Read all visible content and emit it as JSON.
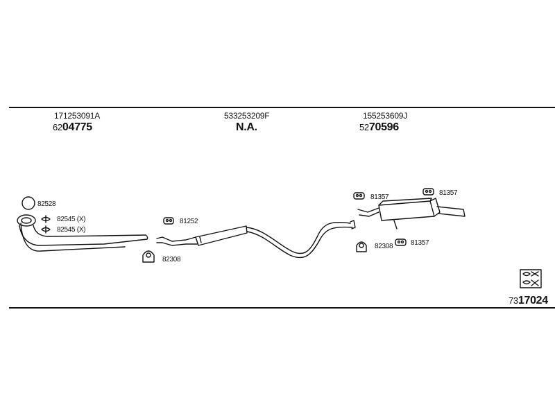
{
  "header": {
    "oe_numbers": [
      "171253091A",
      "533253209F",
      "155253609J"
    ],
    "part_numbers": [
      {
        "prefix": "62",
        "main": "04775"
      },
      {
        "prefix": "",
        "main": "N.A."
      },
      {
        "prefix": "52",
        "main": "70596"
      }
    ]
  },
  "labels": {
    "ring": "82528",
    "clip1": "82545 (X)",
    "clip2": "82545 (X)",
    "bracket_front": "82308",
    "hanger_mid": "81252",
    "hanger_rear1": "81357",
    "hanger_rear2": "81357",
    "hanger_rear3": "81357",
    "bracket_rear": "82308"
  },
  "footer": {
    "kit_prefix": "73",
    "kit_main": "17024"
  }
}
